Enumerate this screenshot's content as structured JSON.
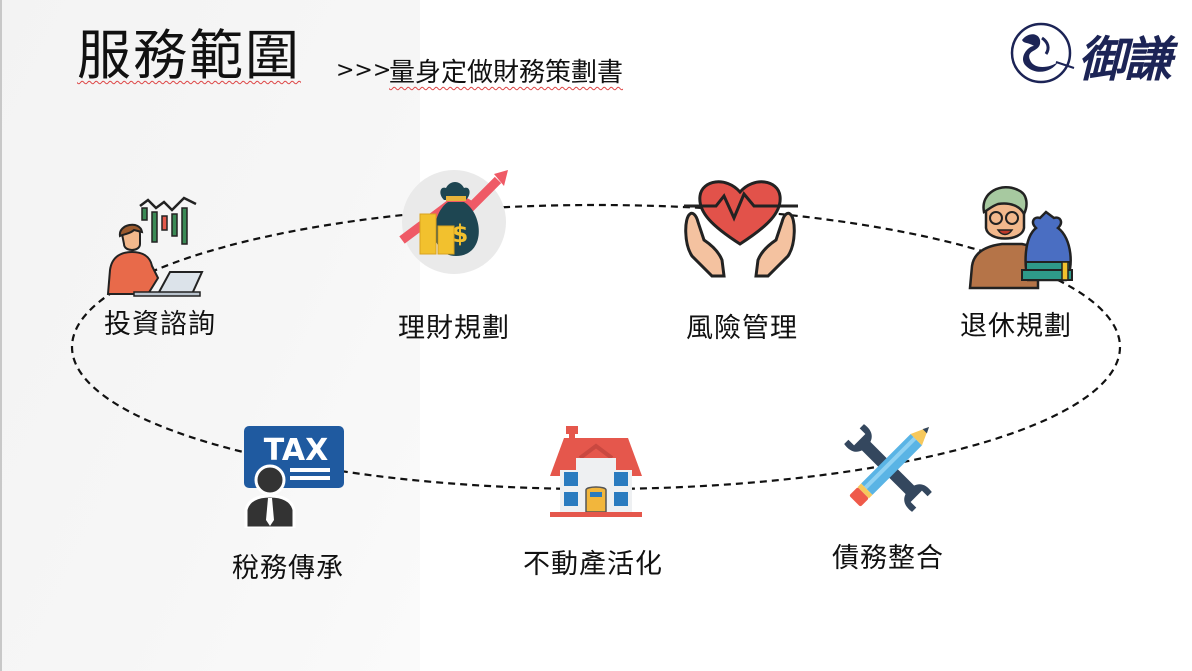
{
  "header": {
    "title": "服務範圍",
    "arrows": ">>>",
    "subtitle": "量身定做財務策劃書"
  },
  "logo": {
    "text": "御謙",
    "color": "#1c2456"
  },
  "services": [
    {
      "label": "投資諮詢",
      "icon": "investor-laptop-chart-icon"
    },
    {
      "label": "理財規劃",
      "icon": "money-bag-coins-growth-icon"
    },
    {
      "label": "風險管理",
      "icon": "heart-in-hands-icon"
    },
    {
      "label": "退休規劃",
      "icon": "elderly-man-savings-icon"
    },
    {
      "label": "稅務傳承",
      "icon": "tax-person-icon"
    },
    {
      "label": "不動產活化",
      "icon": "house-icon"
    },
    {
      "label": "債務整合",
      "icon": "pencil-wrench-icon"
    }
  ],
  "icon_text": {
    "tax": "TAX",
    "dollar": "$"
  },
  "colors": {
    "ring": "#111111",
    "accent_red": "#e8584a",
    "navy": "#1c2456",
    "tax_blue": "#1f5aa0"
  }
}
